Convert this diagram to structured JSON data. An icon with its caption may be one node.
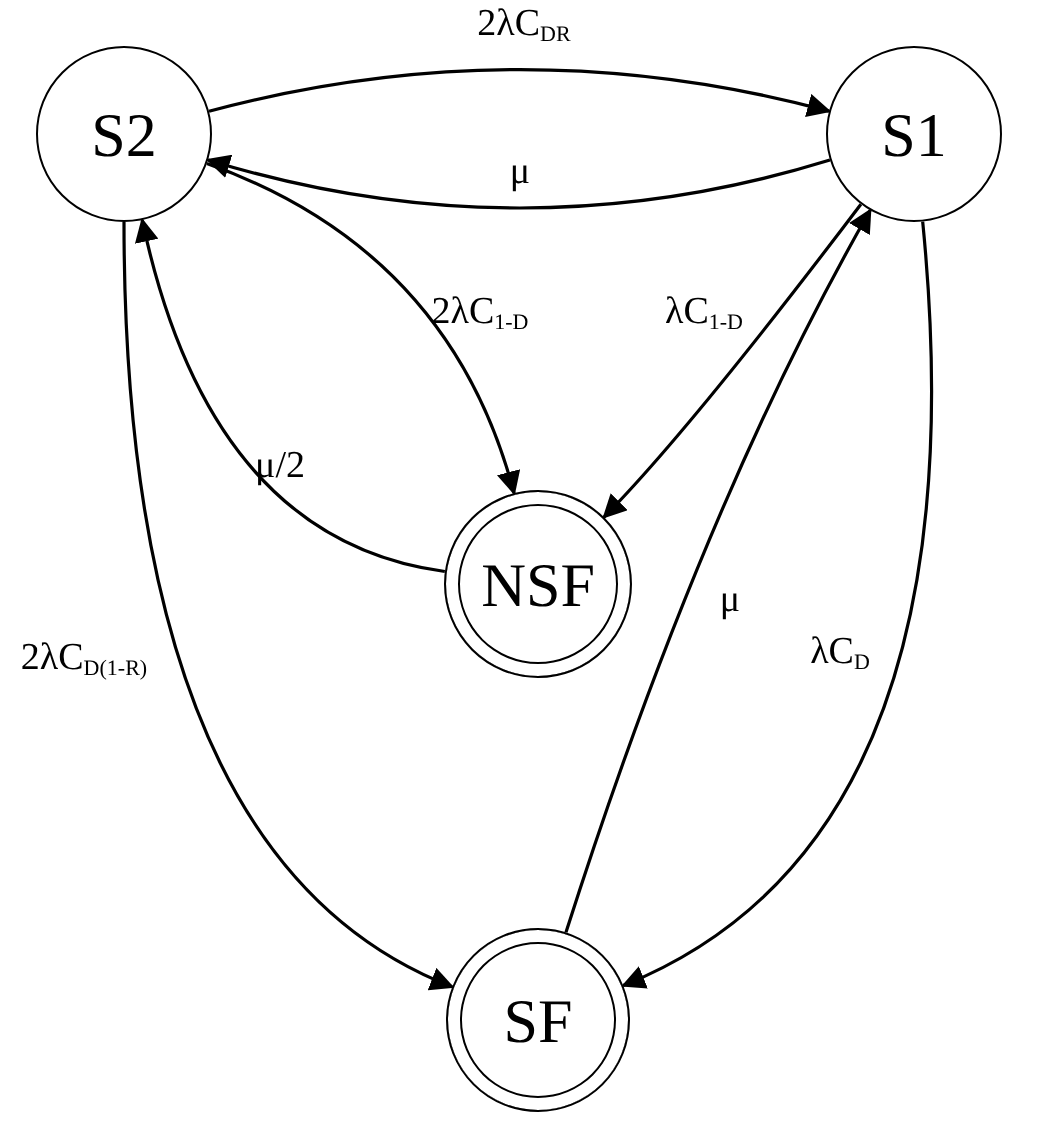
{
  "diagram": {
    "nodes": [
      {
        "text": [
          "S2"
        ]
      },
      {
        "text": [
          "S1"
        ]
      },
      {
        "text": [
          "NSF"
        ]
      },
      {
        "text": [
          "SF"
        ]
      }
    ],
    "edges": [
      {
        "from": 0,
        "to": 1,
        "arrow": "to",
        "label": "2λC$_{DR}$"
      },
      {
        "from": 1,
        "to": 0,
        "arrow": "to",
        "label": "μ"
      },
      {
        "from": 0,
        "to": 2,
        "arrow": "to",
        "label": "2λC$_{1-D}$"
      },
      {
        "from": 2,
        "to": 0,
        "arrow": "to",
        "label": "μ/2"
      },
      {
        "from": 1,
        "to": 2,
        "arrow": "to",
        "label": "λC$_{1-D}$"
      },
      {
        "from": 0,
        "to": 3,
        "arrow": "to",
        "label": "2λC$_{D(1-R)}$"
      },
      {
        "from": 3,
        "to": 1,
        "arrow": "to",
        "label": "μ"
      },
      {
        "from": 1,
        "to": 3,
        "arrow": "to",
        "label": "λC$_{D}$"
      }
    ]
  }
}
